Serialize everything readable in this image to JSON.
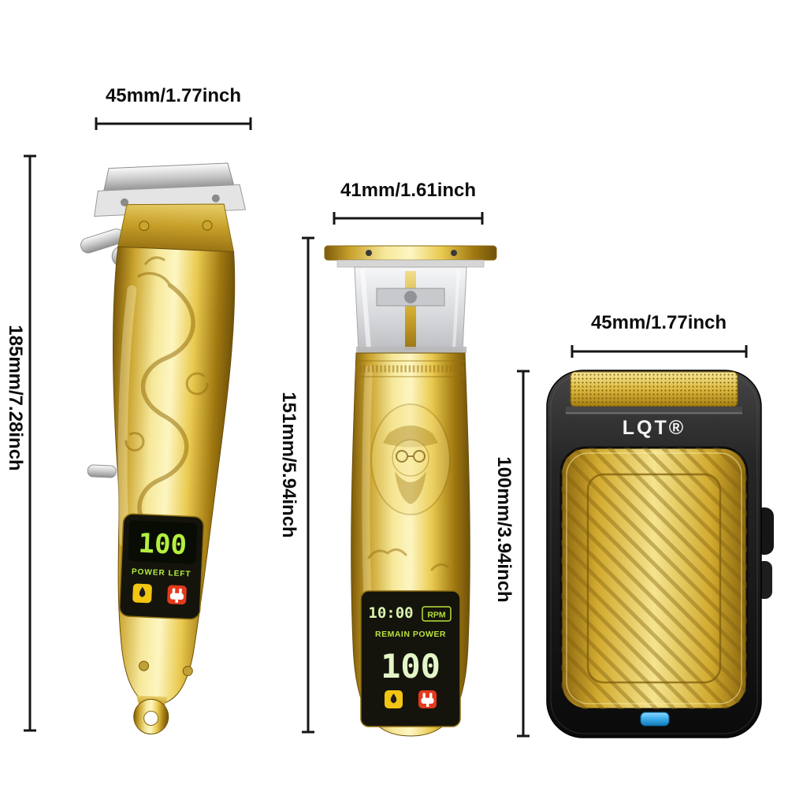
{
  "products": {
    "clipper": {
      "width_label": "45mm/1.77inch",
      "height_label": "185mm/7.28inch",
      "display": {
        "value": "100",
        "label": "POWER LEFT"
      }
    },
    "trimmer": {
      "width_label": "41mm/1.61inch",
      "height_label": "151mm/5.94inch",
      "display": {
        "timer": "10:00",
        "rpm_badge": "RPM",
        "remain_label": "REMAIN POWER",
        "value": "100"
      }
    },
    "shaver": {
      "brand": "LQT®",
      "width_label": "45mm/1.77inch",
      "height_label": "100mm/3.94inch"
    }
  },
  "icons": {
    "oil_indicator": "droplet",
    "charge_indicator": "plug"
  },
  "colors": {
    "background": "#ffffff",
    "dimension_line": "#151515",
    "gold": "#e3c04a",
    "led_green": "#b4ef3e",
    "warn_yellow": "#f3c512",
    "alert_red": "#e33a1c",
    "switch_blue": "#3fb0ee"
  }
}
